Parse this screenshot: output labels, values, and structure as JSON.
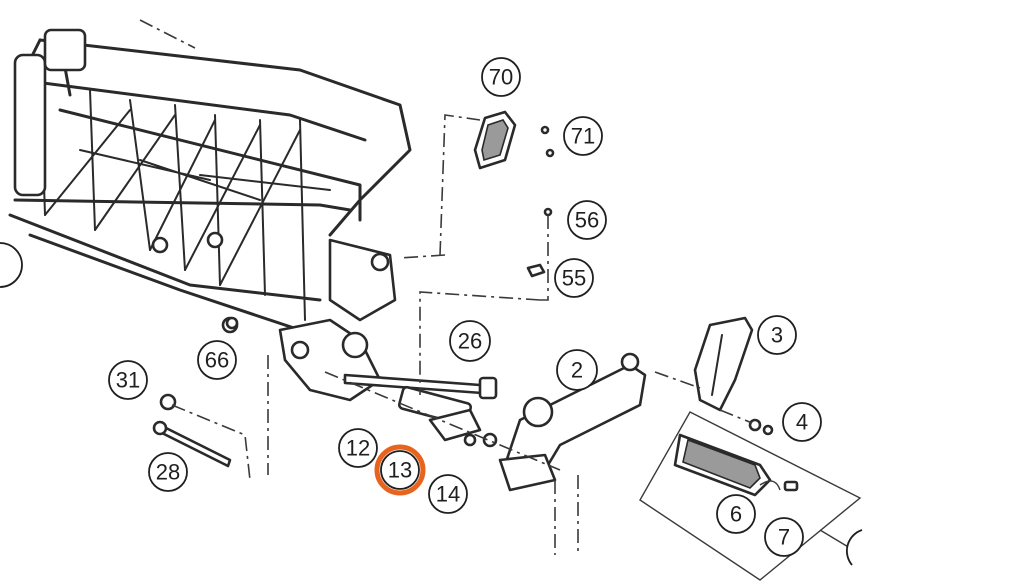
{
  "callouts": {
    "c70": "70",
    "c71": "71",
    "c56": "56",
    "c55": "55",
    "c26": "26",
    "c2": "2",
    "c3": "3",
    "c4": "4",
    "c31": "31",
    "c66": "66",
    "c12": "12",
    "c13": "13",
    "c14": "14",
    "c28": "28",
    "c6": "6",
    "c7": "7"
  },
  "highlight": {
    "callout": "13",
    "color": "#E8641E"
  }
}
